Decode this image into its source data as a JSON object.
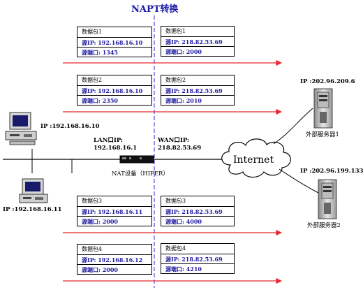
{
  "title": "NAPT转换",
  "packets_left": [
    {
      "name": "数据包1",
      "ip": "源IP: 192.168.16.10",
      "port": "源端口: 1345"
    },
    {
      "name": "数据包2",
      "ip": "源IP: 192.168.16.10",
      "port": "源端口: 2350"
    },
    {
      "name": "数据包3",
      "ip": "源IP: 192.168.16.11",
      "port": "源端口: 2000"
    },
    {
      "name": "数据包4",
      "ip": "源IP: 192.168.16.12",
      "port": "源端口: 2000"
    }
  ],
  "packets_right": [
    {
      "name": "数据包1",
      "ip": "源IP: 218.82.53.69",
      "port": "源端口: 2000"
    },
    {
      "name": "数据包2",
      "ip": "源IP: 218.82.53.69",
      "port": "源端口: 2010"
    },
    {
      "name": "数据包3",
      "ip": "源IP: 218.82.53.69",
      "port": "源端口: 4000"
    },
    {
      "name": "数据包4",
      "ip": "源IP: 218.82.53.69",
      "port": "源端口: 4210"
    }
  ],
  "hosts": {
    "pc1_ip": "IP :192.168.16.10",
    "pc2_ip": "IP :192.168.16.11"
  },
  "lan": {
    "label": "LAN口IP:",
    "ip": "192.168.16.1"
  },
  "wan": {
    "label": "WAN口IP:",
    "ip": "218.82.53.69"
  },
  "nat_label": "NAT设备（HIPER）",
  "internet_label": "Internet",
  "servers": [
    {
      "ip": "IP :202.96.209.6",
      "name": "外部服务器1"
    },
    {
      "ip": "IP :202.96.199.133",
      "name": "外部服务器2"
    }
  ],
  "colors": {
    "arrow": "#e8262c",
    "title": "#1a1aa8",
    "field_text": "#1e1aa0",
    "divider": "#2b2bd0"
  }
}
